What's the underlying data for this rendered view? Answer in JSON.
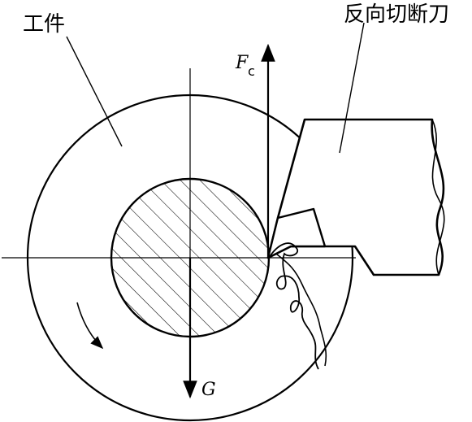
{
  "labels": {
    "workpiece": "工件",
    "reverse_cutter": "反向切断刀",
    "force_symbol": "F",
    "force_subscript": "c",
    "gravity_symbol": "G"
  }
}
